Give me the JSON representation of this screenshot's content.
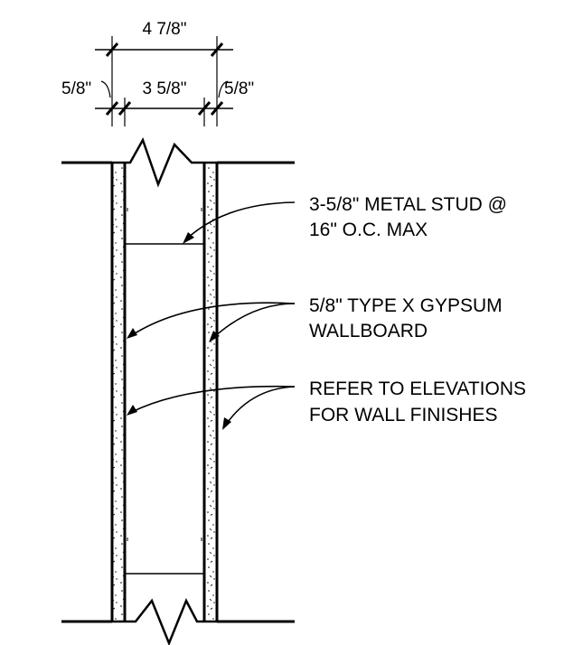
{
  "dimensions": {
    "overall": "4 7/8\"",
    "left_board": "5/8\"",
    "stud": "3 5/8\"",
    "right_board": "5/8\""
  },
  "notes": [
    {
      "lines": [
        "3-5/8\" METAL STUD @",
        "16\" O.C. MAX"
      ]
    },
    {
      "lines": [
        "5/8\" TYPE X GYPSUM",
        "WALLBOARD"
      ]
    },
    {
      "lines": [
        "REFER TO ELEVATIONS",
        "FOR WALL FINISHES"
      ]
    }
  ]
}
